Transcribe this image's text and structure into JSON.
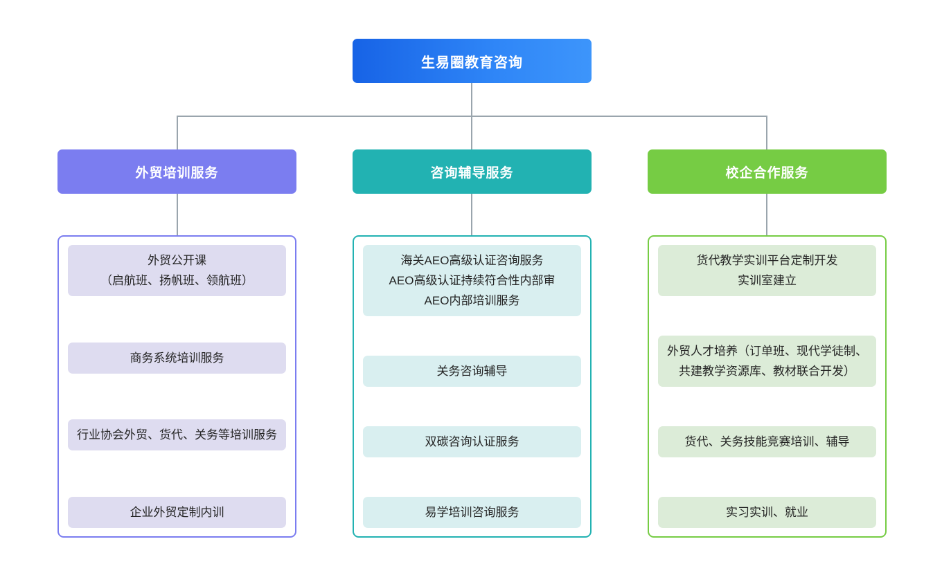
{
  "diagram": {
    "type": "org-chart",
    "root": {
      "label": "生易圈教育咨询",
      "color_start": "#1763e6",
      "color_end": "#3d95fb"
    },
    "connector_color": "#9aa5ad",
    "branches": [
      {
        "id": "foreign-trade-training",
        "header": "外贸培训服务",
        "color": "#7b7df0",
        "card_color": "#dedcf0",
        "items": [
          "外贸公开课\n（启航班、扬帆班、领航班）",
          "商务系统培训服务",
          "行业协会外贸、货代、关务等培训服务",
          "企业外贸定制内训"
        ]
      },
      {
        "id": "consulting-guidance",
        "header": "咨询辅导服务",
        "color": "#22b2b2",
        "card_color": "#d9eff0",
        "items": [
          "海关AEO高级认证咨询服务\nAEO高级认证持续符合性内部审\nAEO内部培训服务",
          "关务咨询辅导",
          "双碳咨询认证服务",
          "易学培训咨询服务"
        ]
      },
      {
        "id": "school-enterprise-cooperation",
        "header": "校企合作服务",
        "color": "#76cc44",
        "card_color": "#dcecd8",
        "items": [
          "货代教学实训平台定制开发\n实训室建立",
          "外贸人才培养（订单班、现代学徒制、共建教学资源库、教材联合开发）",
          "货代、关务技能竞赛培训、辅导",
          "实习实训、就业"
        ]
      }
    ]
  }
}
